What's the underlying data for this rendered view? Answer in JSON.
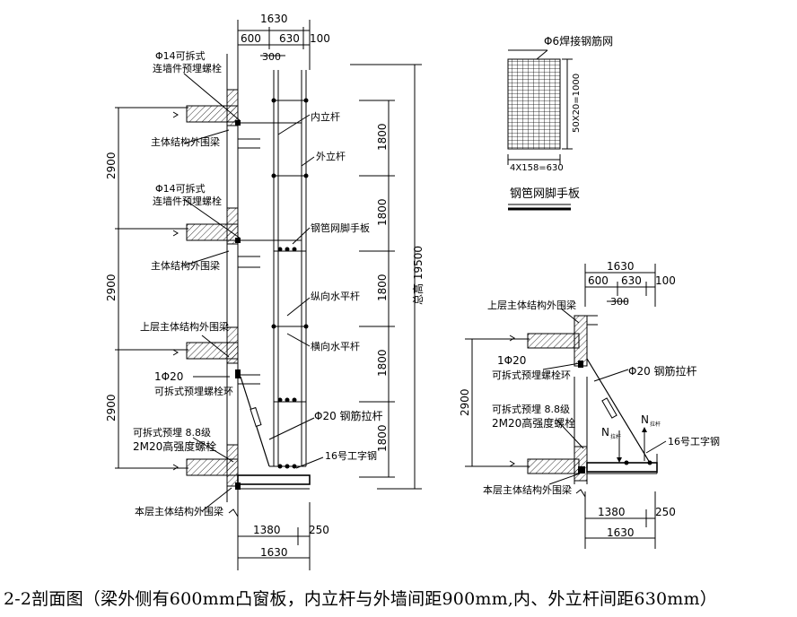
{
  "caption": "2-2剖面图（梁外侧有600mm凸窗板，内立杆与外墙间距900mm,内、外立杆间距630mm）",
  "main_section": {
    "top_dims": {
      "total": "1630",
      "a": "600",
      "b": "630",
      "c": "100",
      "d": "300"
    },
    "bottom_dims": {
      "a": "1380",
      "b": "250",
      "total": "1630"
    },
    "left_dims": [
      "2900",
      "2900",
      "2900"
    ],
    "right_dims": [
      "1800",
      "1800",
      "1800",
      "1800",
      "1800"
    ],
    "total_height": "总高 19500",
    "labels": {
      "anchor_bolt_1": [
        "Φ14可拆式",
        "连墙件预埋螺栓"
      ],
      "outer_beam_1": "主体结构外围梁",
      "anchor_bolt_2": [
        "Φ14可拆式",
        "连墙件预埋螺栓"
      ],
      "outer_beam_2": "主体结构外围梁",
      "upper_beam": "上层主体结构外围梁",
      "ring_bolt": [
        "1Φ20",
        "可拆式预埋螺栓环"
      ],
      "hs_bolt": [
        "可拆式预埋  8.8级",
        "2M20高强度螺栓"
      ],
      "this_beam": "本层主体结构外围梁",
      "inner_pole": "内立杆",
      "outer_pole": "外立杆",
      "mesh_board": "钢笆网脚手板",
      "long_bar": "纵向水平杆",
      "cross_bar": "横向水平杆",
      "tie_rod": "Φ20 钢筋拉杆",
      "i_beam": "16号工字钢"
    }
  },
  "mesh_detail": {
    "label": "Φ6焊接钢筋网",
    "side_dim": "50X20=1000",
    "bottom_dim": "4X158=630",
    "title": "钢笆网脚手板"
  },
  "small_section": {
    "top_dims": {
      "total": "1630",
      "a": "600",
      "b": "630",
      "c": "100",
      "d": "300"
    },
    "left_dim": "2900",
    "bottom_dims": {
      "a": "1380",
      "b": "250",
      "total": "1630"
    },
    "labels": {
      "upper_beam": "上层主体结构外围梁",
      "ring_bolt": [
        "1Φ20",
        "可拆式预埋螺栓环"
      ],
      "tie_rod": "Φ20 钢筋拉杆",
      "hs_bolt": [
        "可拆式预埋  8.8级",
        "2M20高强度螺栓"
      ],
      "n_left": "N",
      "n_right": "N",
      "n_sub": "拉杆",
      "i_beam": "16号工字钢",
      "this_beam": "本层主体结构外围梁"
    }
  }
}
